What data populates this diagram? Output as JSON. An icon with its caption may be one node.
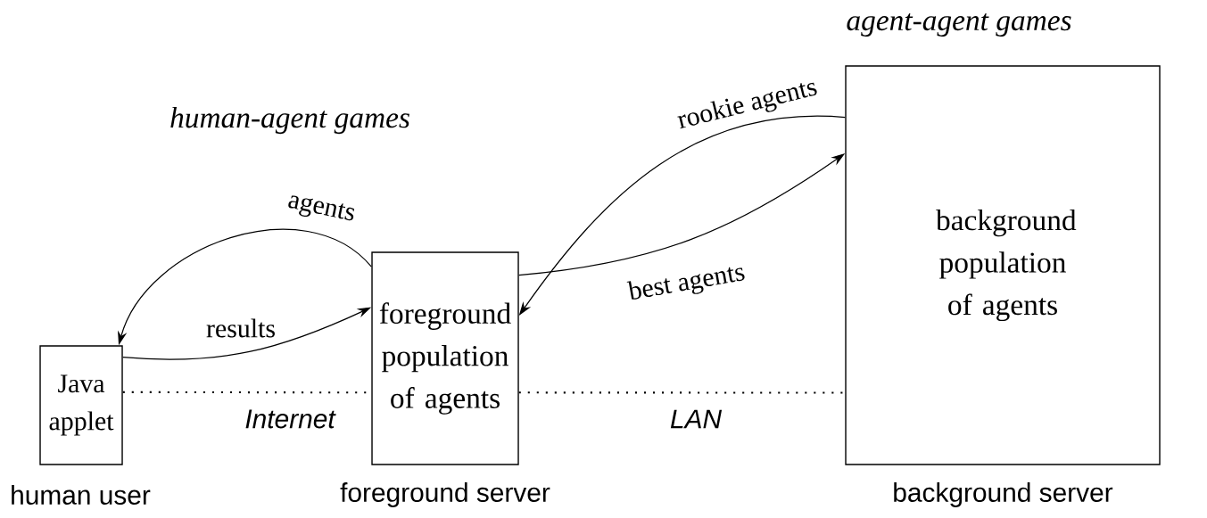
{
  "diagram": {
    "nodes": [
      {
        "text": [
          "Java applet"
        ],
        "beside": [
          "human user"
        ]
      },
      {
        "text": [
          "foreground population of agents"
        ],
        "beside": [
          "foreground server"
        ]
      },
      {
        "text": [
          "background population of agents"
        ],
        "beside": [
          "background server"
        ]
      }
    ],
    "edges": [
      {
        "from": 1,
        "to": 0,
        "arrow": "to",
        "label": "agents"
      },
      {
        "from": 0,
        "to": 1,
        "arrow": "to",
        "label": "results"
      },
      {
        "from": 2,
        "to": 1,
        "arrow": "to",
        "label": "rookie agents"
      },
      {
        "from": 1,
        "to": 2,
        "arrow": "to",
        "label": "best agents"
      },
      {
        "from": 0,
        "to": 1,
        "arrow": "none",
        "style": "dashed",
        "label": "Internet"
      },
      {
        "from": 1,
        "to": 2,
        "arrow": "none",
        "style": "dashed",
        "label": "LAN"
      }
    ],
    "labels": [
      "agent-agent games",
      "human-agent games"
    ]
  }
}
